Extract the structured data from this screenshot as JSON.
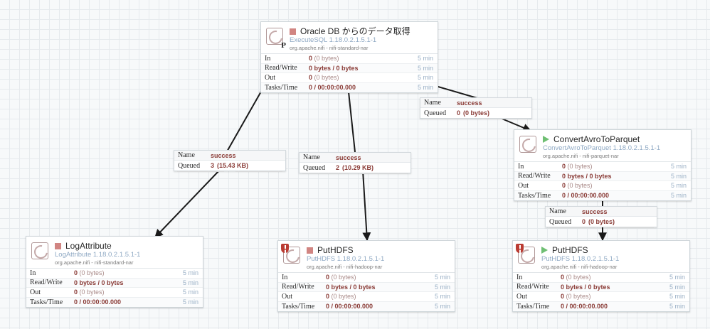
{
  "canvas": {
    "grid_color": "#e6eaed",
    "background_color": "#f7f9fa",
    "accent_stat_color": "#8a3b36",
    "accent_type_color": "#8fa9c4",
    "running_color": "#6fbf73",
    "stopped_color": "#d18582",
    "bulletin_color": "#ba3b32"
  },
  "labels": {
    "stat_in": "In",
    "stat_readwrite": "Read/Write",
    "stat_out": "Out",
    "stat_tasks": "Tasks/Time",
    "conn_name": "Name",
    "conn_queued": "Queued",
    "badge_primary": "P"
  },
  "processors": [
    {
      "id": "oracle-db-executesql",
      "name": "Oracle DB からのデータ取得",
      "type": "ExecuteSQL 1.18.0.2.1.5.1-1",
      "bundle": "org.apache.nifi - nifi-standard-nar",
      "run_status": "stopped",
      "primary_node_badge": "P",
      "has_bulletin": false,
      "stats": {
        "in": "0",
        "in_detail": " (0 bytes)",
        "read_write": "0 bytes / 0 bytes",
        "read_write_detail": "",
        "out": "0",
        "out_detail": " (0 bytes)",
        "tasks": "0 / 00:00:00.000",
        "tasks_detail": "",
        "in_time": "5 min",
        "read_write_time": "5 min",
        "out_time": "5 min",
        "tasks_time": "5 min"
      }
    },
    {
      "id": "convert-avro-to-parquet",
      "name": "ConvertAvroToParquet",
      "type": "ConvertAvroToParquet 1.18.0.2.1.5.1-1",
      "bundle": "org.apache.nifi - nifi-parquet-nar",
      "run_status": "running",
      "primary_node_badge": "",
      "has_bulletin": false,
      "stats": {
        "in": "0",
        "in_detail": " (0 bytes)",
        "read_write": "0 bytes / 0 bytes",
        "read_write_detail": "",
        "out": "0",
        "out_detail": " (0 bytes)",
        "tasks": "0 / 00:00:00.000",
        "tasks_detail": "",
        "in_time": "5 min",
        "read_write_time": "5 min",
        "out_time": "5 min",
        "tasks_time": "5 min"
      }
    },
    {
      "id": "log-attribute",
      "name": "LogAttribute",
      "type": "LogAttribute 1.18.0.2.1.5.1-1",
      "bundle": "org.apache.nifi - nifi-standard-nar",
      "run_status": "stopped",
      "primary_node_badge": "",
      "has_bulletin": false,
      "stats": {
        "in": "0",
        "in_detail": " (0 bytes)",
        "read_write": "0 bytes / 0 bytes",
        "read_write_detail": "",
        "out": "0",
        "out_detail": " (0 bytes)",
        "tasks": "0 / 00:00:00.000",
        "tasks_detail": "",
        "in_time": "5 min",
        "read_write_time": "5 min",
        "out_time": "5 min",
        "tasks_time": "5 min"
      }
    },
    {
      "id": "put-hdfs-center",
      "name": "PutHDFS",
      "type": "PutHDFS 1.18.0.2.1.5.1-1",
      "bundle": "org.apache.nifi - nifi-hadoop-nar",
      "run_status": "stopped",
      "primary_node_badge": "",
      "has_bulletin": true,
      "stats": {
        "in": "0",
        "in_detail": " (0 bytes)",
        "read_write": "0 bytes / 0 bytes",
        "read_write_detail": "",
        "out": "0",
        "out_detail": " (0 bytes)",
        "tasks": "0 / 00:00:00.000",
        "tasks_detail": "",
        "in_time": "5 min",
        "read_write_time": "5 min",
        "out_time": "5 min",
        "tasks_time": "5 min"
      }
    },
    {
      "id": "put-hdfs-right",
      "name": "PutHDFS",
      "type": "PutHDFS 1.18.0.2.1.5.1-1",
      "bundle": "org.apache.nifi - nifi-hadoop-nar",
      "run_status": "running",
      "primary_node_badge": "",
      "has_bulletin": true,
      "stats": {
        "in": "0",
        "in_detail": " (0 bytes)",
        "read_write": "0 bytes / 0 bytes",
        "read_write_detail": "",
        "out": "0",
        "out_detail": " (0 bytes)",
        "tasks": "0 / 00:00:00.000",
        "tasks_detail": "",
        "in_time": "5 min",
        "read_write_time": "5 min",
        "out_time": "5 min",
        "tasks_time": "5 min"
      }
    }
  ],
  "connections": [
    {
      "id": "conn-to-convert",
      "name": "success",
      "queued_count": "0",
      "queued_size": "(0 bytes)"
    },
    {
      "id": "conn-to-logattribute",
      "name": "success",
      "queued_count": "3",
      "queued_size": "(15.43 KB)"
    },
    {
      "id": "conn-to-puthdfs-center",
      "name": "success",
      "queued_count": "2",
      "queued_size": "(10.29 KB)"
    },
    {
      "id": "conn-to-puthdfs-right",
      "name": "success",
      "queued_count": "0",
      "queued_size": "(0 bytes)"
    }
  ]
}
